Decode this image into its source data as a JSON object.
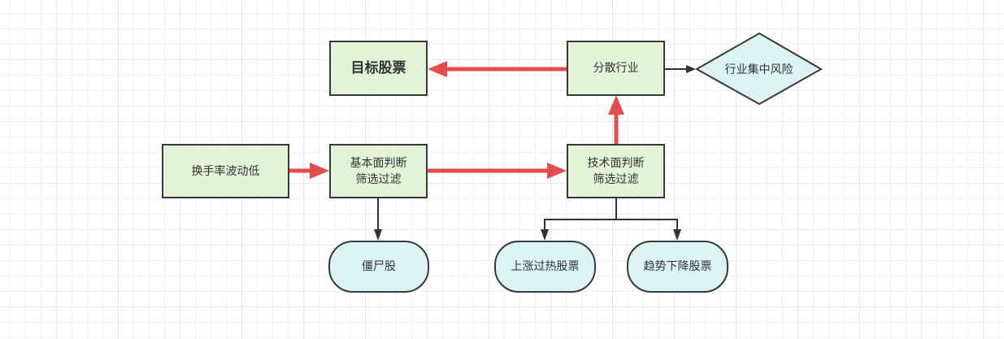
{
  "diagram": {
    "type": "flowchart",
    "nodes": {
      "low_turnover": {
        "label": "换手率波动低",
        "shape": "rectangle"
      },
      "fundamental_filter": {
        "label_line1": "基本面判断",
        "label_line2": "筛选过滤",
        "shape": "rectangle"
      },
      "technical_filter": {
        "label_line1": "技术面判断",
        "label_line2": "筛选过滤",
        "shape": "rectangle"
      },
      "diversify_industry": {
        "label": "分散行业",
        "shape": "rectangle"
      },
      "target_stock": {
        "label": "目标股票",
        "shape": "rectangle",
        "bold": true
      },
      "industry_risk": {
        "label": "行业集中风险",
        "shape": "diamond"
      },
      "zombie_stock": {
        "label": "僵尸股",
        "shape": "terminator"
      },
      "overheated_stock": {
        "label": "上涨过热股票",
        "shape": "terminator"
      },
      "downtrend_stock": {
        "label": "趋势下降股票",
        "shape": "terminator"
      }
    },
    "edges": [
      {
        "from": "low_turnover",
        "to": "fundamental_filter",
        "style": "thick",
        "color": "#e54c4c"
      },
      {
        "from": "fundamental_filter",
        "to": "technical_filter",
        "style": "thick",
        "color": "#e54c4c"
      },
      {
        "from": "technical_filter",
        "to": "diversify_industry",
        "style": "thick",
        "color": "#e54c4c"
      },
      {
        "from": "diversify_industry",
        "to": "target_stock",
        "style": "thick",
        "color": "#e54c4c"
      },
      {
        "from": "diversify_industry",
        "to": "industry_risk",
        "style": "thin",
        "color": "#333333"
      },
      {
        "from": "fundamental_filter",
        "to": "zombie_stock",
        "style": "thin",
        "color": "#333333"
      },
      {
        "from": "technical_filter",
        "to": "overheated_stock",
        "style": "thin",
        "color": "#333333"
      },
      {
        "from": "technical_filter",
        "to": "downtrend_stock",
        "style": "thin",
        "color": "#333333"
      }
    ],
    "colors": {
      "process_fill": "#e2f3d8",
      "terminal_fill": "#dbf3f3",
      "border": "#36393d",
      "main_path": "#e54c4c",
      "branch_path": "#333333"
    }
  }
}
